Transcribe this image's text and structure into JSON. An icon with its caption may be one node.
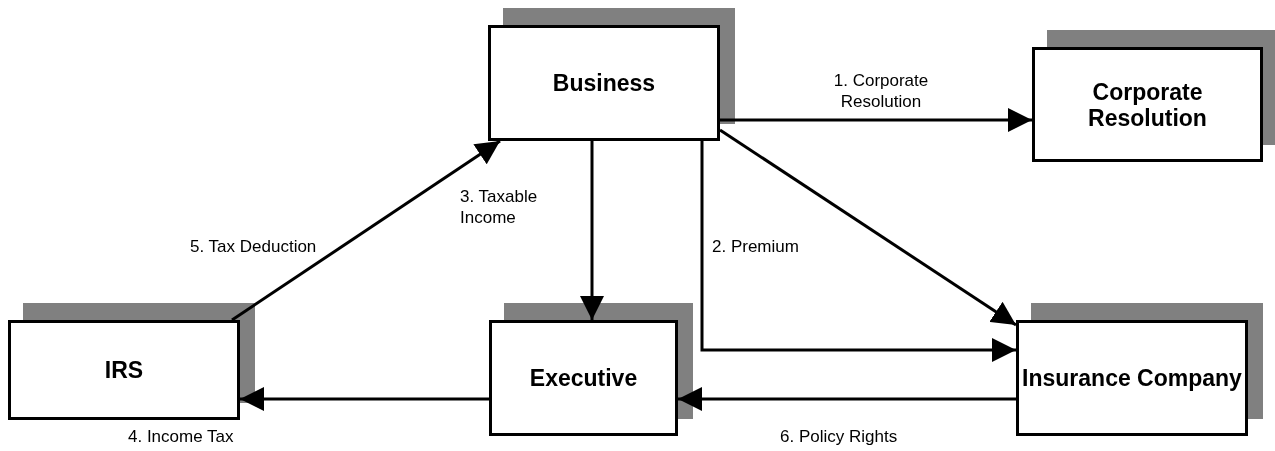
{
  "diagram": {
    "nodes": [
      {
        "text": [
          "Business"
        ]
      },
      {
        "text": [
          "Corporate Resolution"
        ]
      },
      {
        "text": [
          "IRS"
        ]
      },
      {
        "text": [
          "Executive"
        ]
      },
      {
        "text": [
          "Insurance Company"
        ]
      }
    ],
    "edges": [
      {
        "from": 0,
        "to": 1,
        "arrow": "to",
        "label": "1. Corporate Resolution"
      },
      {
        "from": 0,
        "to": 4,
        "arrow": "to"
      },
      {
        "from": 0,
        "to": 4,
        "arrow": "to",
        "label": "2. Premium"
      },
      {
        "from": 0,
        "to": 3,
        "arrow": "to",
        "label": "3. Taxable Income"
      },
      {
        "from": 3,
        "to": 2,
        "arrow": "to",
        "label": "4. Income Tax"
      },
      {
        "from": 2,
        "to": 0,
        "arrow": "to",
        "label": "5. Tax Deduction"
      },
      {
        "from": 4,
        "to": 3,
        "arrow": "to",
        "label": "6. Policy Rights"
      }
    ]
  }
}
